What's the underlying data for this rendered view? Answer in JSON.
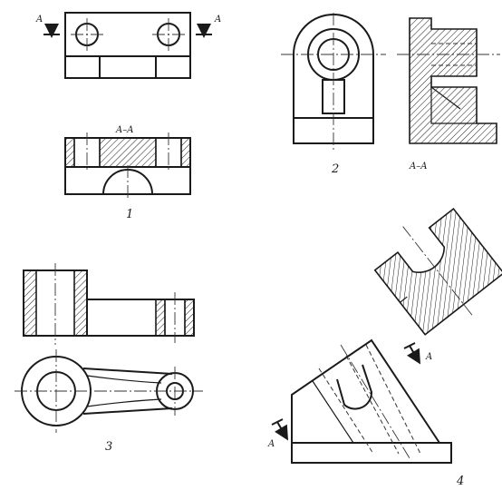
{
  "figures": [
    {
      "number": "1",
      "section_label": "A–A",
      "cut_label_left": "A",
      "cut_label_right": "A"
    },
    {
      "number": "2",
      "section_label": "A–A"
    },
    {
      "number": "3"
    },
    {
      "number": "4",
      "cut_label_upper": "A",
      "cut_label_lower": "A"
    }
  ],
  "colors": {
    "line": "#1a1a1a",
    "background": "#ffffff"
  }
}
